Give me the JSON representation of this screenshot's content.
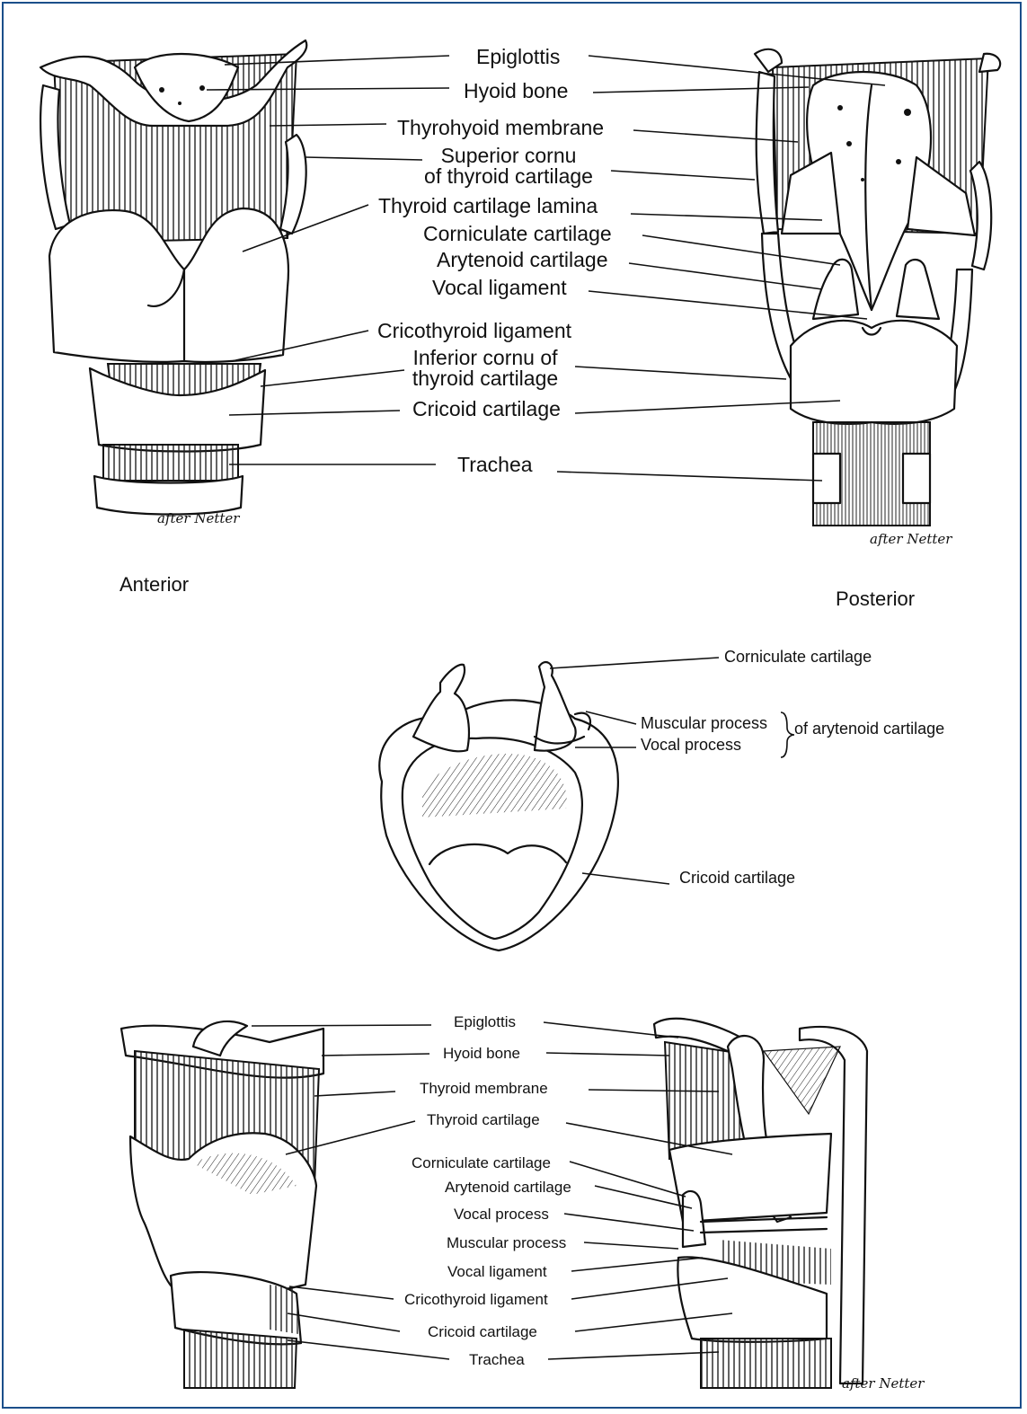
{
  "colors": {
    "border": "#1b4f8a",
    "ink": "#111111",
    "paper": "#ffffff"
  },
  "views": {
    "anterior": "Anterior",
    "posterior": "Posterior"
  },
  "credits": {
    "anterior": "after Netter",
    "posterior": "after Netter",
    "bottom": "after Netter"
  },
  "top_labels": {
    "epiglottis": "Epiglottis",
    "hyoid_bone": "Hyoid bone",
    "thyrohyoid_membrane": "Thyrohyoid membrane",
    "superior_cornu_l1": "Superior cornu",
    "superior_cornu_l2": "of thyroid cartilage",
    "thyroid_lamina": "Thyroid cartilage lamina",
    "corniculate": "Corniculate cartilage",
    "arytenoid": "Arytenoid cartilage",
    "vocal_ligament": "Vocal ligament",
    "cricothyroid_ligament": "Cricothyroid ligament",
    "inferior_cornu_l1": "Inferior cornu of",
    "inferior_cornu_l2": "thyroid cartilage",
    "cricoid": "Cricoid cartilage",
    "trachea": "Trachea"
  },
  "middle_labels": {
    "corniculate": "Corniculate cartilage",
    "muscular_process": "Muscular process",
    "vocal_process": "Vocal process",
    "group": "of arytenoid cartilage",
    "cricoid": "Cricoid cartilage"
  },
  "bottom_labels": {
    "epiglottis": "Epiglottis",
    "hyoid_bone": "Hyoid bone",
    "thyroid_membrane": "Thyroid membrane",
    "thyroid_cartilage": "Thyroid cartilage",
    "corniculate": "Corniculate cartilage",
    "arytenoid": "Arytenoid cartilage",
    "vocal_process": "Vocal process",
    "muscular_process": "Muscular process",
    "vocal_ligament": "Vocal ligament",
    "cricothyroid_ligament": "Cricothyroid ligament",
    "cricoid": "Cricoid cartilage",
    "trachea": "Trachea"
  }
}
